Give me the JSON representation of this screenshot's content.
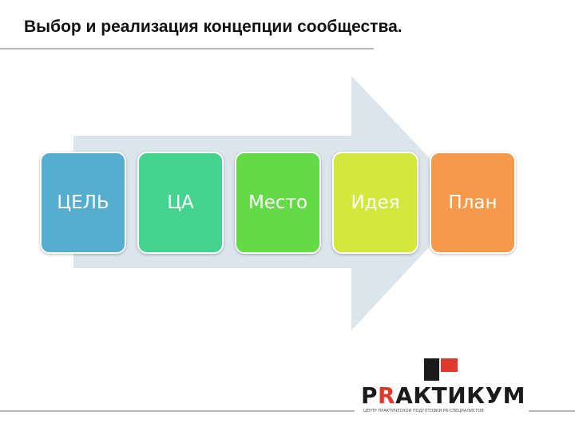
{
  "slide": {
    "title": "Выбор и реализация концепции сообщества."
  },
  "process": {
    "arrow_color": "#dbe5ec",
    "steps": [
      {
        "label": "ЦЕЛЬ",
        "color": "#55aecf"
      },
      {
        "label": "ЦА",
        "color": "#45d48f"
      },
      {
        "label": "Место",
        "color": "#63db47"
      },
      {
        "label": "Идея",
        "color": "#d2e83c"
      },
      {
        "label": "План",
        "color": "#f59a4a"
      }
    ]
  },
  "logo": {
    "text_pre": "P",
    "text_accent": "R",
    "text_post": "АКТИКУМ",
    "tagline": "ЦЕНТР ПРАКТИЧЕСКОЙ ПОДГОТОВКИ PR-СПЕЦИАЛИСТОВ",
    "mark_colors": [
      "#1b1b1b",
      "#e03a2c"
    ]
  }
}
